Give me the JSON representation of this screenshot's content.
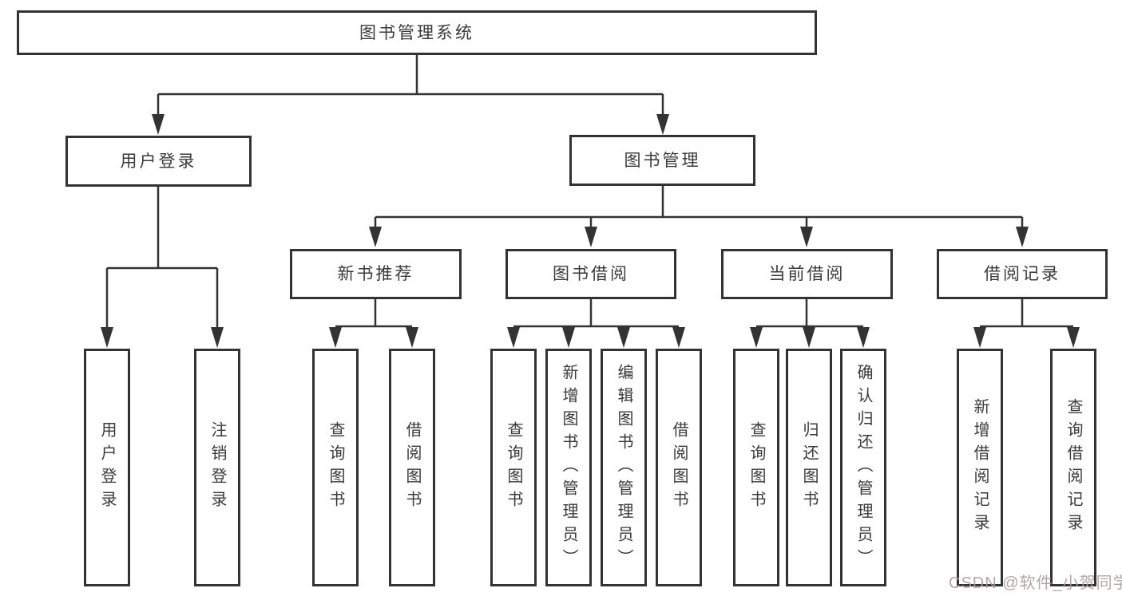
{
  "diagram": {
    "root": {
      "label": "图书管理系统",
      "children": [
        {
          "label": "用户登录",
          "children": [
            {
              "label": "用户登录"
            },
            {
              "label": "注销登录"
            }
          ]
        },
        {
          "label": "图书管理",
          "children": [
            {
              "label": "新书推荐",
              "children": [
                {
                  "label": "查询图书"
                },
                {
                  "label": "借阅图书"
                }
              ]
            },
            {
              "label": "图书借阅",
              "children": [
                {
                  "label": "查询图书"
                },
                {
                  "label": "新增图书（管理员）"
                },
                {
                  "label": "编辑图书（管理员）"
                },
                {
                  "label": "借阅图书"
                }
              ]
            },
            {
              "label": "当前借阅",
              "children": [
                {
                  "label": "查询图书"
                },
                {
                  "label": "归还图书"
                },
                {
                  "label": "确认归还（管理员）"
                }
              ]
            },
            {
              "label": "借阅记录",
              "children": [
                {
                  "label": "新增借阅记录"
                },
                {
                  "label": "查询借阅记录"
                }
              ]
            }
          ]
        }
      ]
    }
  },
  "watermark": {
    "text": "CSDN @软件_小贺同学"
  },
  "colors": {
    "line": "#333333",
    "box_border": "#333333",
    "text": "#3a3a3a",
    "background": "#ffffff",
    "watermark": "#a69f9f"
  }
}
